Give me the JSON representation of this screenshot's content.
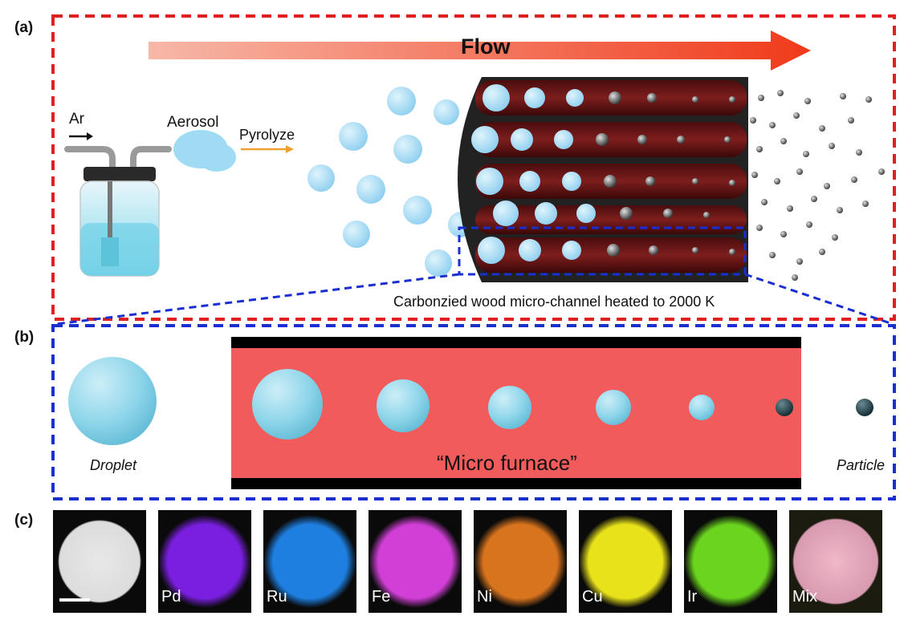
{
  "panels": {
    "a": "(a)",
    "b": "(b)",
    "c": "(c)"
  },
  "panel_a": {
    "flow": "Flow",
    "gas": "Ar",
    "aerosol": "Aerosol",
    "step": "Pyrolyze",
    "caption": "Carbonzied wood micro-channel heated to 2000 K"
  },
  "panel_b": {
    "droplet": "Droplet",
    "furnace": "“Micro furnace”",
    "particle": "Particle"
  },
  "panel_c": {
    "elements": [
      {
        "name": "",
        "color": "#e6e6e6"
      },
      {
        "name": "Pd",
        "color": "#7a1fe0"
      },
      {
        "name": "Ru",
        "color": "#1e7fe0"
      },
      {
        "name": "Fe",
        "color": "#d13fd6"
      },
      {
        "name": "Ni",
        "color": "#d9741e"
      },
      {
        "name": "Cu",
        "color": "#e8e21a"
      },
      {
        "name": "Ir",
        "color": "#6ad41e"
      },
      {
        "name": "Mix",
        "color": "#f0b8c8"
      }
    ]
  },
  "colors": {
    "panel_a_border": "#e02020",
    "panel_b_border": "#1a2fd0",
    "furnace": "#f25b5b",
    "droplet": "#7fd8f0"
  }
}
